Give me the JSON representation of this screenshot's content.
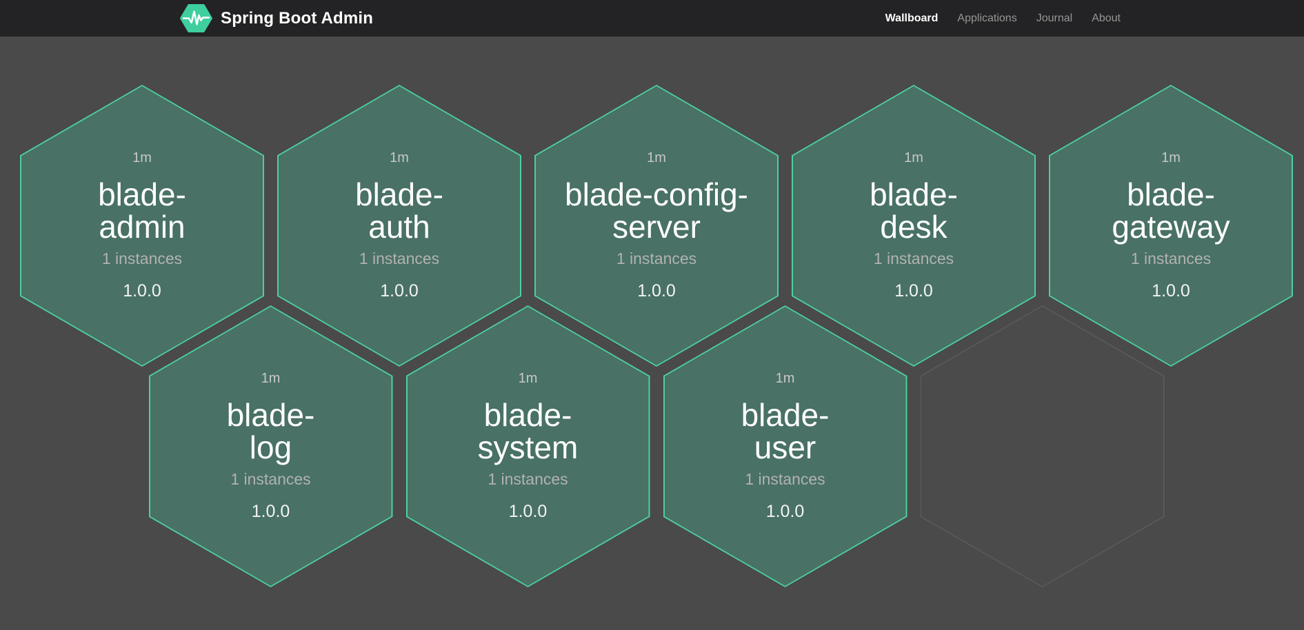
{
  "header": {
    "brand": "Spring Boot Admin",
    "logo_icon": "hexagon-pulse-icon",
    "logo_color": "#3fcf9f",
    "background": "#232325",
    "nav": [
      {
        "label": "Wallboard",
        "active": true
      },
      {
        "label": "Applications",
        "active": false
      },
      {
        "label": "Journal",
        "active": false
      },
      {
        "label": "About",
        "active": false
      }
    ]
  },
  "wallboard": {
    "colors": {
      "background": "#4a4a4a",
      "tile_fill": "#497165",
      "tile_border": "#4dd0a2",
      "empty_border": "#5d5d5d"
    },
    "tiles": [
      {
        "uptime": "1m",
        "name": "blade-\nadmin",
        "instances": "1 instances",
        "version": "1.0.0"
      },
      {
        "uptime": "1m",
        "name": "blade-\nauth",
        "instances": "1 instances",
        "version": "1.0.0"
      },
      {
        "uptime": "1m",
        "name": "blade-config-\nserver",
        "instances": "1 instances",
        "version": "1.0.0"
      },
      {
        "uptime": "1m",
        "name": "blade-\ndesk",
        "instances": "1 instances",
        "version": "1.0.0"
      },
      {
        "uptime": "1m",
        "name": "blade-\ngateway",
        "instances": "1 instances",
        "version": "1.0.0"
      },
      {
        "uptime": "1m",
        "name": "blade-\nlog",
        "instances": "1 instances",
        "version": "1.0.0"
      },
      {
        "uptime": "1m",
        "name": "blade-\nsystem",
        "instances": "1 instances",
        "version": "1.0.0"
      },
      {
        "uptime": "1m",
        "name": "blade-\nuser",
        "instances": "1 instances",
        "version": "1.0.0"
      }
    ],
    "empty_slots": 1
  }
}
